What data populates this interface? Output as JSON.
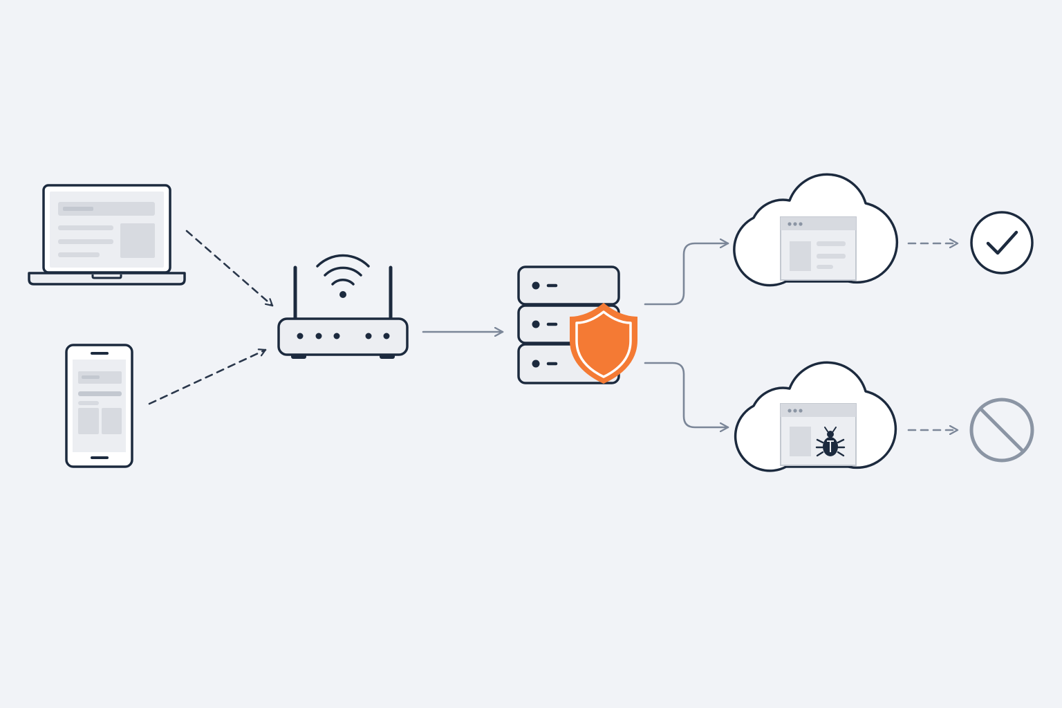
{
  "diagram": {
    "nodes": [
      {
        "id": "laptop",
        "icon": "laptop-icon"
      },
      {
        "id": "phone",
        "icon": "smartphone-icon"
      },
      {
        "id": "router",
        "icon": "wifi-router-icon"
      },
      {
        "id": "server",
        "icon": "server-stack-icon",
        "badge": "shield-icon"
      },
      {
        "id": "cloud-safe",
        "icon": "cloud-webpage-icon"
      },
      {
        "id": "cloud-malicious",
        "icon": "cloud-webpage-bug-icon"
      },
      {
        "id": "allowed",
        "icon": "check-circle-icon"
      },
      {
        "id": "blocked",
        "icon": "blocked-icon"
      }
    ],
    "edges": [
      {
        "from": "laptop",
        "to": "router",
        "style": "dashed"
      },
      {
        "from": "phone",
        "to": "router",
        "style": "dashed"
      },
      {
        "from": "router",
        "to": "server",
        "style": "solid"
      },
      {
        "from": "server",
        "to": "cloud-safe",
        "style": "solid"
      },
      {
        "from": "server",
        "to": "cloud-malicious",
        "style": "solid"
      },
      {
        "from": "cloud-safe",
        "to": "allowed",
        "style": "dashed"
      },
      {
        "from": "cloud-malicious",
        "to": "blocked",
        "style": "dashed"
      }
    ]
  },
  "colors": {
    "background": "#f1f3f7",
    "outline": "#1c2a3e",
    "connector": "#7b8698",
    "device_fill": "#ffffff",
    "screen_fill": "#eceef2",
    "placeholder": "#d7dae0",
    "shield": "#f47a34",
    "blocked": "#8b95a4"
  }
}
